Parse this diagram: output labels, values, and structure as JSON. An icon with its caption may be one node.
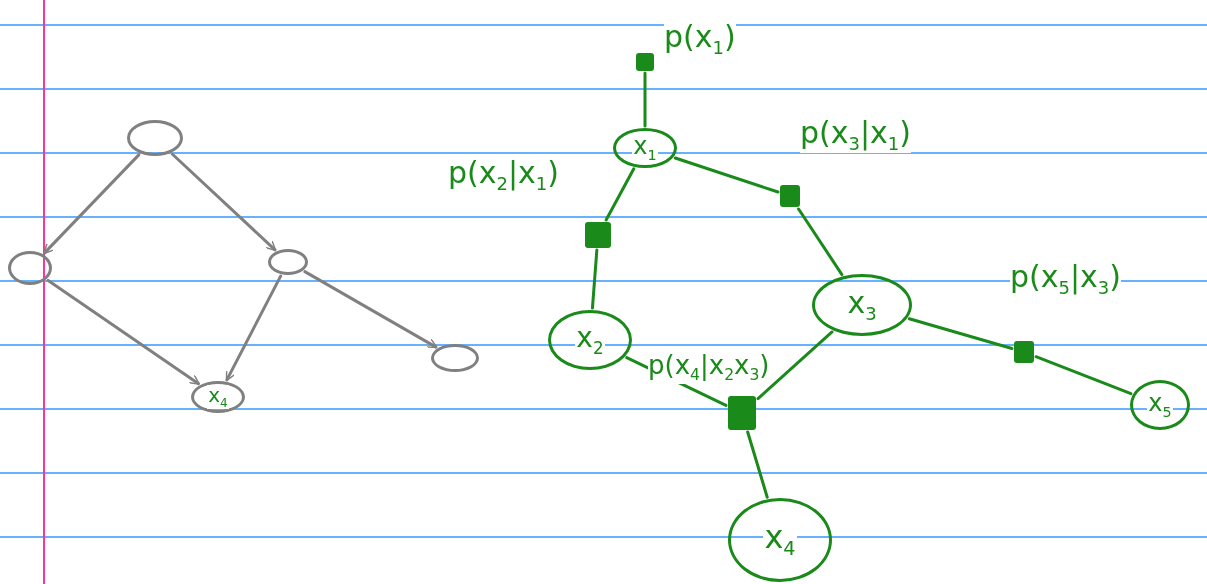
{
  "diagram": {
    "nodes": [
      {
        "text": [],
        "shape": "circle"
      },
      {
        "text": [],
        "shape": "circle"
      },
      {
        "text": [],
        "shape": "circle"
      },
      {
        "text": [
          "x$_{4}$"
        ]
      },
      {
        "text": [],
        "shape": "circle"
      },
      {
        "text": [],
        "shape": "box",
        "beside": [
          "p(x$_{1}$)"
        ]
      },
      {
        "text": [
          "x$_{1}$"
        ]
      },
      {
        "text": [],
        "shape": "box",
        "beside": [
          "p(x$_{2}$|x$_{1}$)"
        ]
      },
      {
        "text": [],
        "shape": "box",
        "beside": [
          "p(x$_{3}$|x$_{1}$)"
        ]
      },
      {
        "text": [
          "x$_{2}$"
        ]
      },
      {
        "text": [
          "x$_{3}$"
        ]
      },
      {
        "text": [],
        "shape": "box",
        "beside": [
          "p(x$_{4}$|x$_{2}$x$_{3}$)"
        ]
      },
      {
        "text": [],
        "shape": "box",
        "beside": [
          "p(x$_{5}$|x$_{3}$)"
        ]
      },
      {
        "text": [
          "x$_{5}$"
        ]
      },
      {
        "text": [
          "x$_{4}$"
        ]
      }
    ],
    "edges": [
      {
        "from": 0,
        "to": 1,
        "arrow": "to",
        "color": "#808080"
      },
      {
        "from": 0,
        "to": 2,
        "arrow": "to",
        "color": "#808080"
      },
      {
        "from": 1,
        "to": 3,
        "arrow": "to",
        "color": "#808080"
      },
      {
        "from": 2,
        "to": 3,
        "arrow": "to",
        "color": "#808080"
      },
      {
        "from": 2,
        "to": 4,
        "arrow": "to",
        "color": "#808080"
      },
      {
        "from": 5,
        "to": 6,
        "arrow": "none"
      },
      {
        "from": 6,
        "to": 7,
        "arrow": "none"
      },
      {
        "from": 6,
        "to": 8,
        "arrow": "none"
      },
      {
        "from": 7,
        "to": 9,
        "arrow": "none"
      },
      {
        "from": 8,
        "to": 10,
        "arrow": "none"
      },
      {
        "from": 9,
        "to": 11,
        "arrow": "none"
      },
      {
        "from": 10,
        "to": 11,
        "arrow": "none"
      },
      {
        "from": 11,
        "to": 14,
        "arrow": "none"
      },
      {
        "from": 10,
        "to": 12,
        "arrow": "none"
      },
      {
        "from": 12,
        "to": 13,
        "arrow": "none"
      }
    ]
  }
}
